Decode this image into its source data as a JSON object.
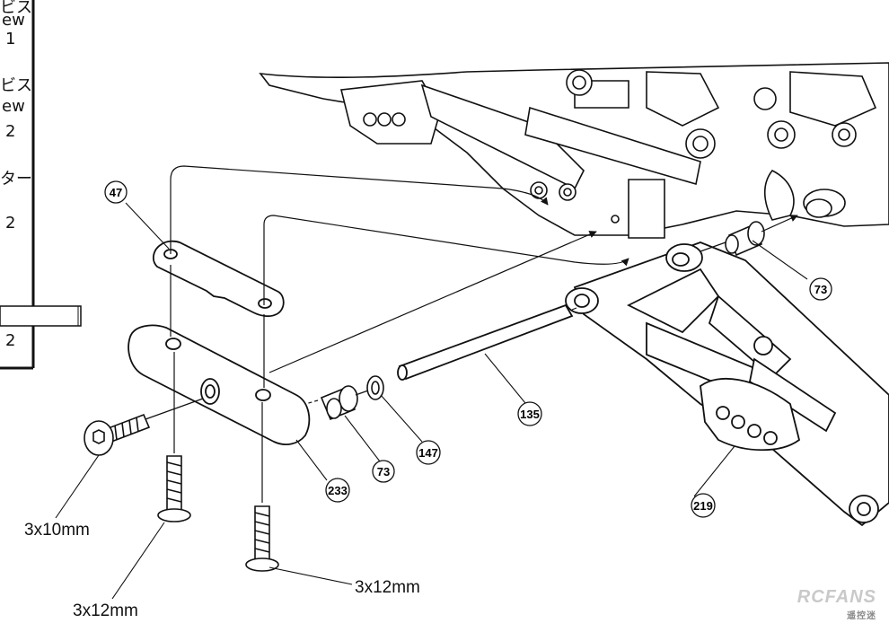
{
  "left_panel": {
    "fragments": [
      "ビス",
      "ew",
      "1",
      "ビス",
      "ew",
      "2",
      "ター",
      "2",
      "2"
    ]
  },
  "parts": [
    {
      "id": "47"
    },
    {
      "id": "73"
    },
    {
      "id": "73"
    },
    {
      "id": "147"
    },
    {
      "id": "135"
    },
    {
      "id": "233"
    },
    {
      "id": "219"
    }
  ],
  "screws": [
    {
      "label": "3x10mm"
    },
    {
      "label": "3x12mm"
    },
    {
      "label": "3x12mm"
    }
  ],
  "watermark": {
    "text": "RCFANS",
    "sub": "遥控迷"
  }
}
